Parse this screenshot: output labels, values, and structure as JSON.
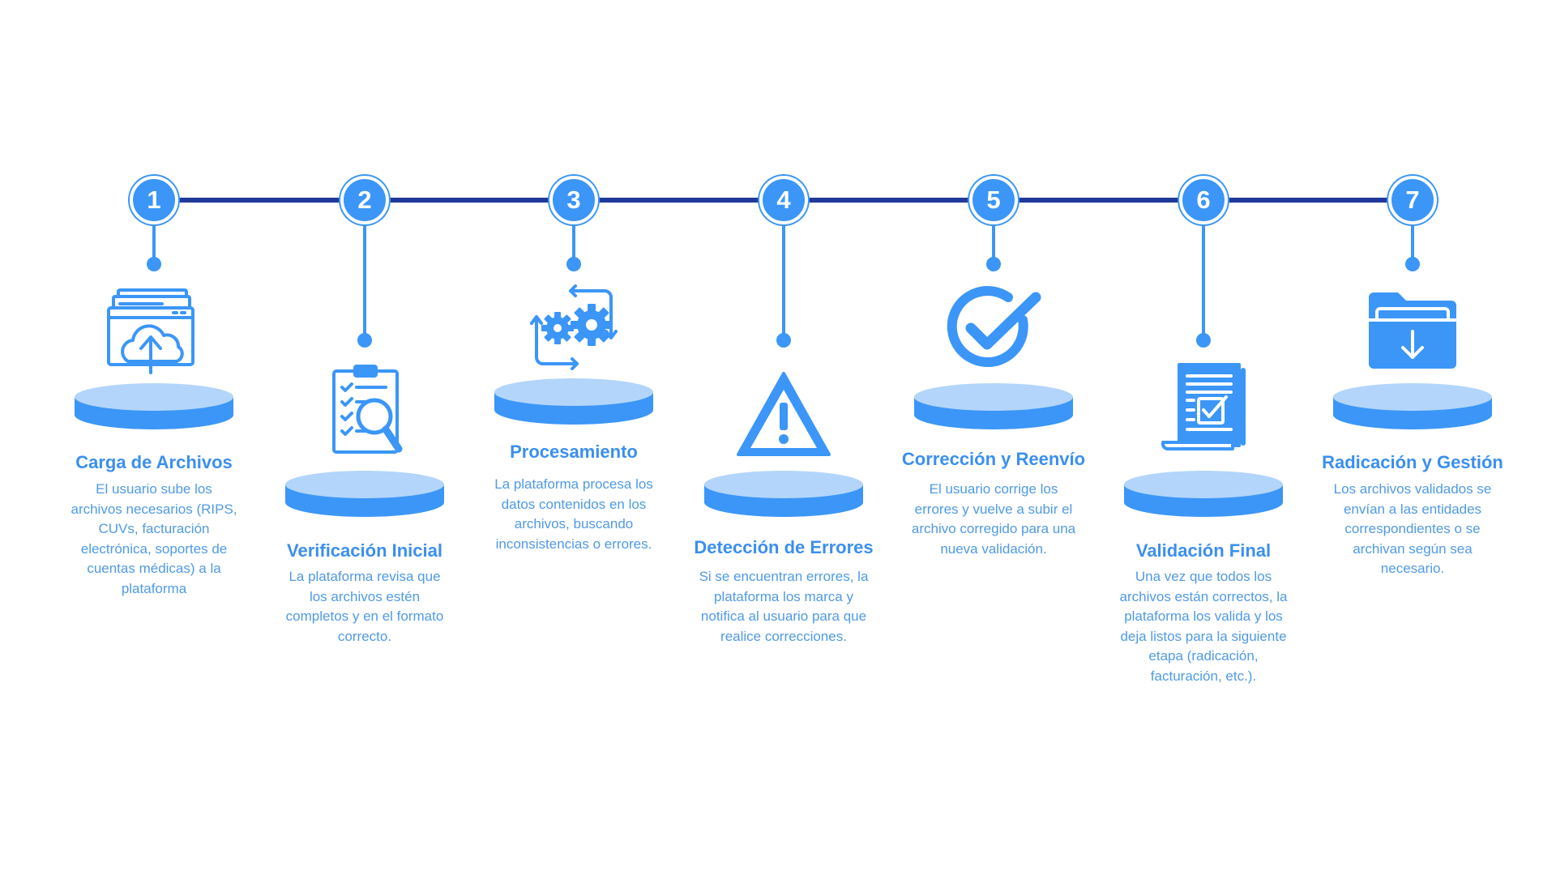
{
  "steps": [
    {
      "number": "1",
      "title": "Carga de Archivos",
      "description": "El usuario sube los archivos necesarios (RIPS, CUVs, facturación electrónica, soportes de cuentas médicas) a la plataforma",
      "icon": "cloud-upload-icon"
    },
    {
      "number": "2",
      "title": "Verificación Inicial",
      "description": "La plataforma revisa que los archivos estén completos y en el formato correcto.",
      "icon": "clipboard-search-icon"
    },
    {
      "number": "3",
      "title": "Procesamiento",
      "description": "La plataforma procesa los datos contenidos en los archivos, buscando inconsistencias o errores.",
      "icon": "gears-cycle-icon"
    },
    {
      "number": "4",
      "title": "Detección de Errores",
      "description": "Si se encuentran errores, la plataforma los marca y notifica al usuario para que realice correcciones.",
      "icon": "warning-icon"
    },
    {
      "number": "5",
      "title": "Corrección y Reenvío",
      "description": "El usuario corrige los errores y vuelve a subir el archivo corregido para una nueva validación.",
      "icon": "check-circle-icon"
    },
    {
      "number": "6",
      "title": "Validación Final",
      "description": "Una vez que todos los archivos están correctos, la plataforma los valida y los deja listos para la siguiente etapa (radicación, facturación, etc.).",
      "icon": "document-check-icon"
    },
    {
      "number": "7",
      "title": "Radicación y Gestión",
      "description": "Los archivos validados se envían a las entidades correspondientes o se archivan según sea necesario.",
      "icon": "folder-download-icon"
    }
  ],
  "colors": {
    "accent": "#3b96f7",
    "timeline": "#1f3a9a",
    "title": "#3b8ff0",
    "text": "#4f9ae6",
    "pedestal_top": "#b3d5fb",
    "pedestal_side": "#3b96f7"
  }
}
